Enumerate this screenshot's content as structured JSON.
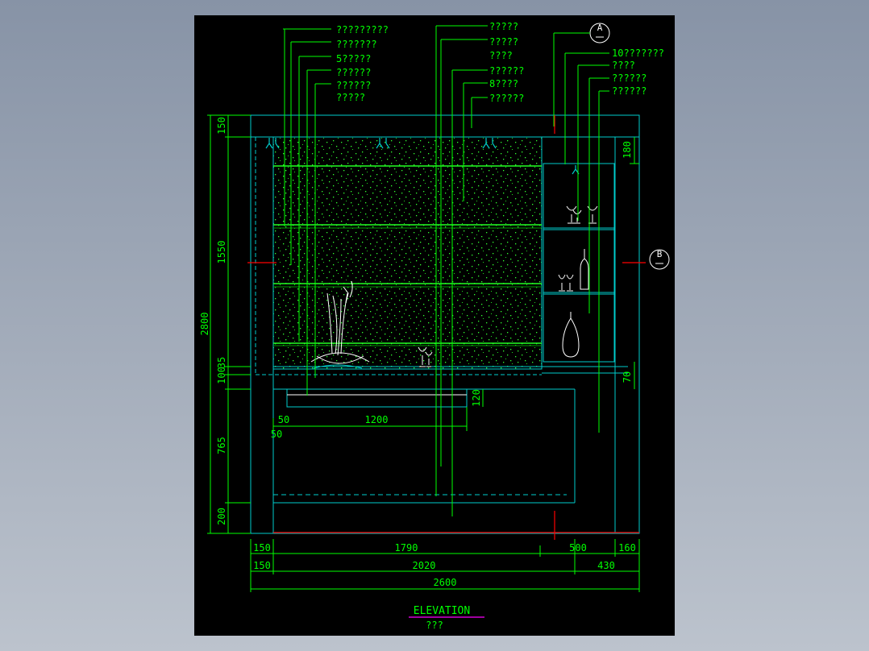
{
  "drawing": {
    "title": "ELEVATION",
    "subtitle": "???",
    "section_markers": {
      "a": "A",
      "b": "B"
    },
    "callouts_left": [
      "?????????",
      "???????",
      "5?????",
      "??????",
      "??????",
      "?????"
    ],
    "callouts_mid": [
      "?????",
      "?????",
      "????",
      "??????",
      "8????",
      "??????"
    ],
    "callouts_right": [
      "10???????",
      "????",
      "??????",
      "??????"
    ],
    "dims_bottom_row1": [
      "150",
      "1790",
      "500",
      "160"
    ],
    "dims_bottom_row2": [
      "150",
      "2020",
      "430"
    ],
    "dims_bottom_total": "2600",
    "dims_left_col1": [
      "150",
      "1550",
      "100",
      "35",
      "765",
      "200"
    ],
    "dims_left_total": "2800",
    "dims_right": [
      "180",
      "70"
    ],
    "dims_inner": {
      "counter_height": "120",
      "inset_a": "50",
      "inset_b": "50",
      "counter_width": "1200"
    },
    "colors": {
      "background": "#000000",
      "dimension": "#00ff00",
      "outline": "#00cccc",
      "leader": "#00ff00",
      "axis": "#ff0000",
      "title_underline": "#ff00ff"
    }
  }
}
